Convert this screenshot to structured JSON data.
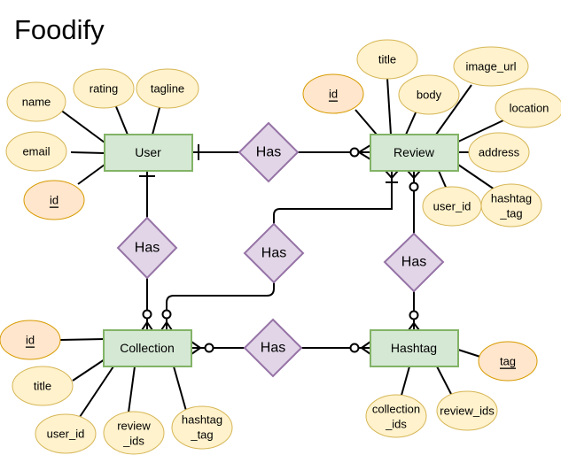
{
  "title": "Foodify",
  "entities": {
    "user": "User",
    "review": "Review",
    "collection": "Collection",
    "hashtag": "Hashtag"
  },
  "relationships": {
    "user_review": "Has",
    "user_collection": "Has",
    "review_collection": "Has",
    "review_hashtag": "Has",
    "collection_hashtag": "Has"
  },
  "attributes": {
    "user": {
      "name": "name",
      "rating": "rating",
      "tagline": "tagline",
      "email": "email",
      "id": "id"
    },
    "review": {
      "id": "id",
      "title": "title",
      "image_url": "image_url",
      "body": "body",
      "location": "location",
      "address": "address",
      "user_id": "user_id",
      "hashtag_tag_1": "hashtag",
      "hashtag_tag_2": "_tag"
    },
    "collection": {
      "id": "id",
      "title": "title",
      "user_id": "user_id",
      "review_ids_1": "review",
      "review_ids_2": "_ids",
      "hashtag_tag_1": "hashtag",
      "hashtag_tag_2": "_tag"
    },
    "hashtag": {
      "tag": "tag",
      "collection_ids_1": "collection",
      "collection_ids_2": "_ids",
      "review_ids": "review_ids"
    }
  },
  "colors": {
    "entity_fill": "#d5e8d4",
    "entity_stroke": "#82b366",
    "relationship_fill": "#e1d5e7",
    "relationship_stroke": "#9673a6",
    "attribute_fill": "#fff2cc",
    "attribute_stroke": "#d6b656",
    "key_attribute_fill": "#ffe6cc",
    "key_attribute_stroke": "#d79b00"
  }
}
